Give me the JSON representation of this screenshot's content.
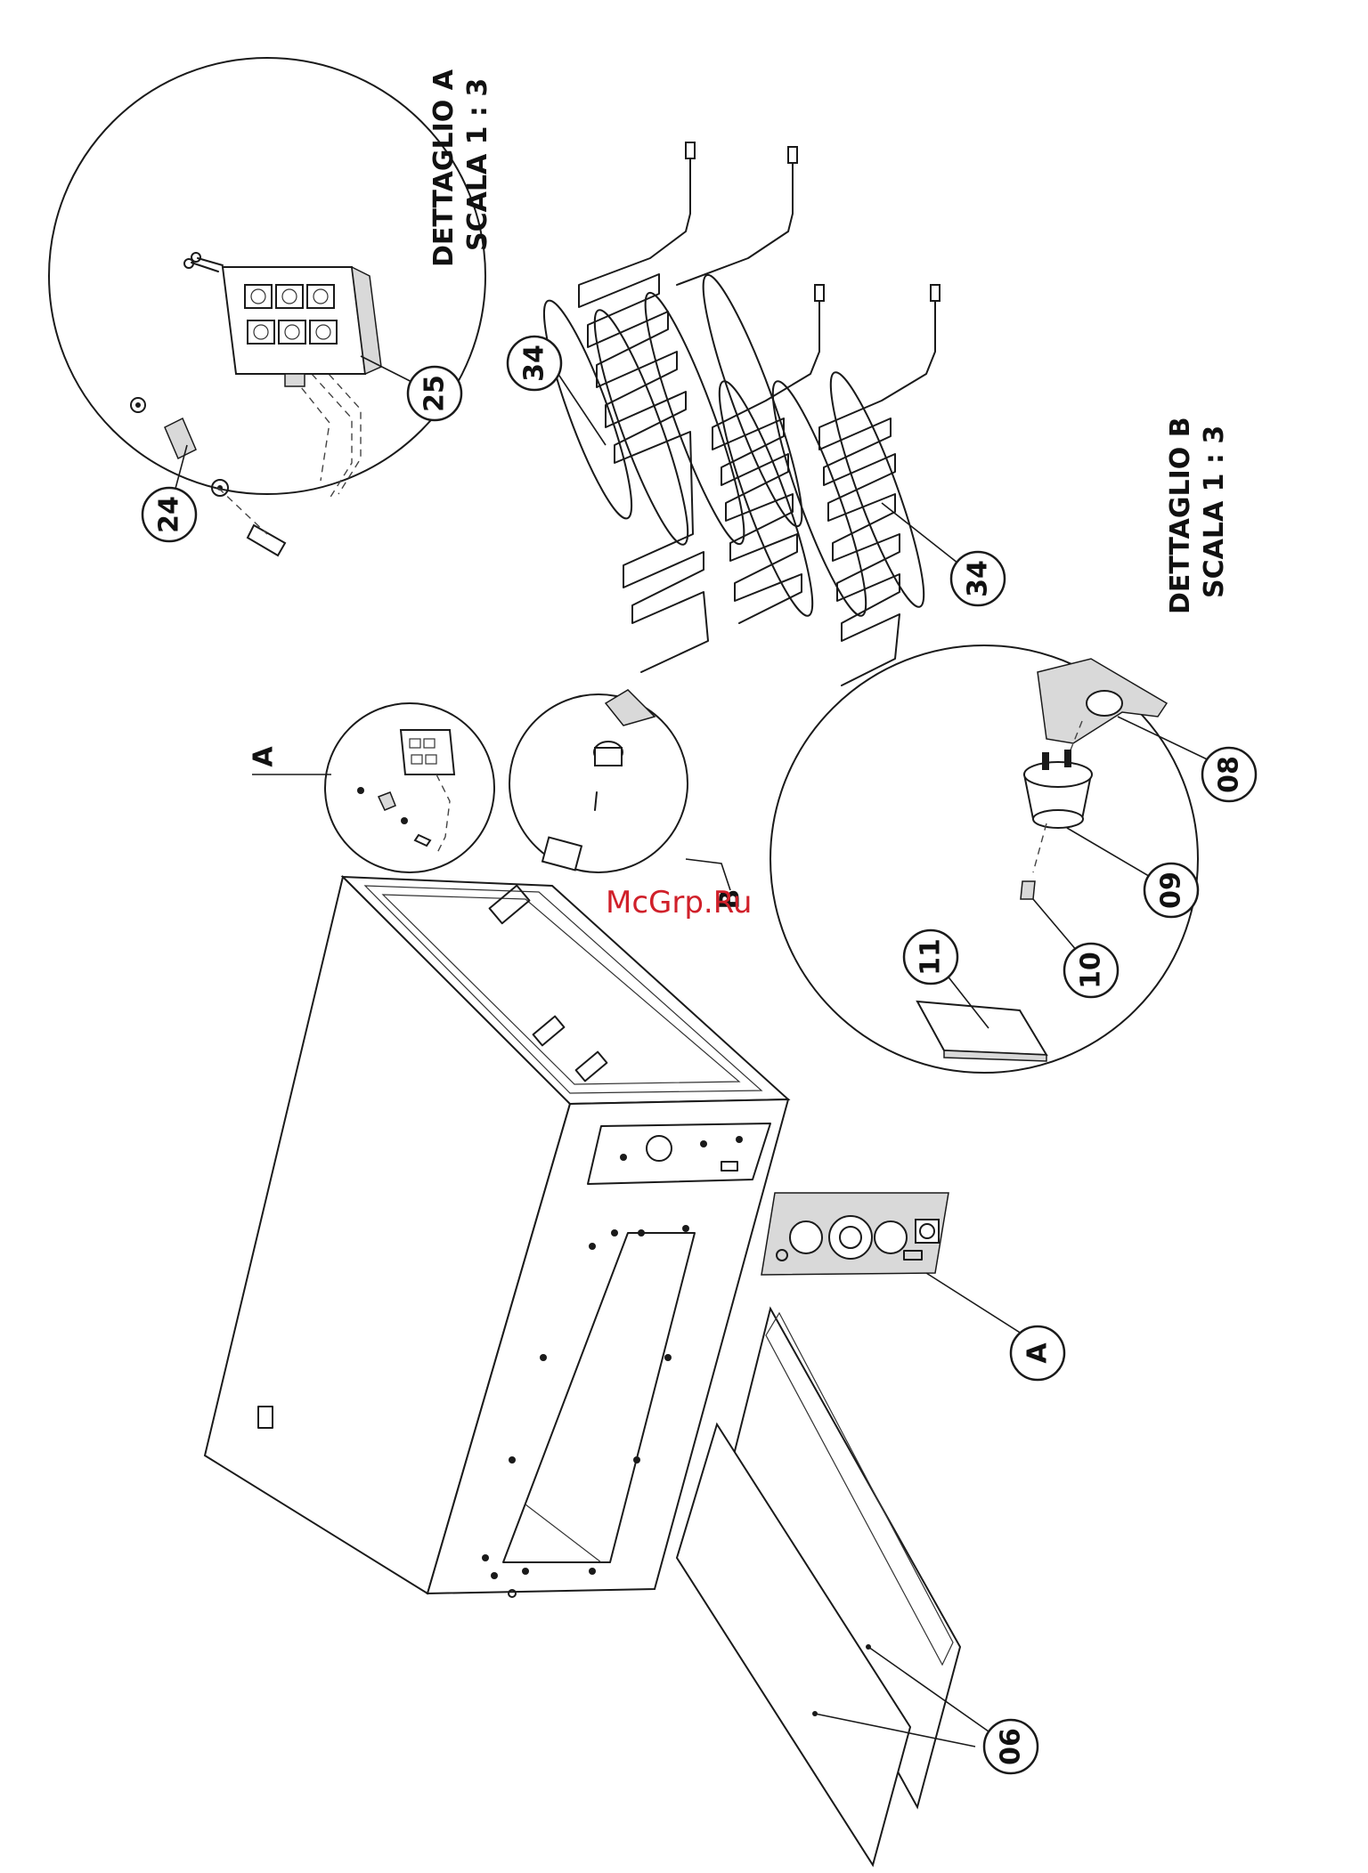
{
  "detail_a": {
    "title": "DETTAGLIO A",
    "scale": "SCALA 1 : 3"
  },
  "detail_b": {
    "title": "DETTAGLIO B",
    "scale": "SCALA 1 : 3"
  },
  "detail_refs": {
    "a_top": "A",
    "b_top": "B",
    "a_panel": "A"
  },
  "callouts": {
    "c24": "24",
    "c25": "25",
    "c34_top": "34",
    "c34_bottom": "34",
    "c08": "08",
    "c09": "09",
    "c10": "10",
    "c11": "11",
    "c06": "06"
  },
  "watermark": "McGrp.Ru"
}
